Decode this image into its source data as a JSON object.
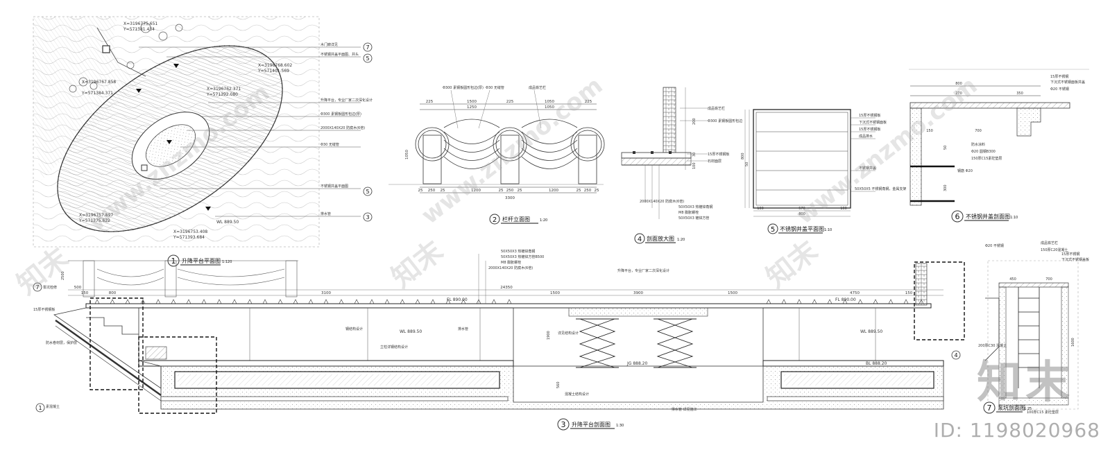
{
  "drawings": {
    "d1": {
      "num": "1",
      "title": "升降平台平面图",
      "scale": "1:120"
    },
    "d2": {
      "num": "2",
      "title": "栏杆立面图",
      "scale": "1:20"
    },
    "d3": {
      "num": "3",
      "title": "升降平台剖面图",
      "scale": "1:30"
    },
    "d4": {
      "num": "4",
      "title": "剖面放大图",
      "scale": "1:20"
    },
    "d5": {
      "num": "5",
      "title": "不锈钢井盖平面图",
      "scale": "1:10"
    },
    "d6": {
      "num": "6",
      "title": "不锈钢井盖剖面图",
      "scale": "1:10"
    },
    "d7": {
      "num": "7",
      "title": "泵坑剖面图",
      "scale": "1:25"
    }
  },
  "plan_coords": {
    "a": "X=3196775.651",
    "b": "Y=571381.434",
    "c": "X=3196768.602",
    "d": "Y=571401.569",
    "e": "X=3196762.371",
    "f": "Y=571392.080",
    "g": "Y=571384.371",
    "h": "X=3196767.858",
    "i": "X=3196757.897",
    "j": "Y=571375.622",
    "k": "X=3196753.408",
    "l": "Y=571393.684",
    "m": "WL 889.50"
  },
  "plan_callouts": [
    "木门廊详见",
    "不锈钢井盖平面图、井头",
    "升降平台，专业厂家二次深化设计",
    "Φ300 素钢板圆形包边(厚)",
    "2000X140X20 防腐木(6倍)",
    "Φ30 无缝管",
    "不锈钢井盖平面图",
    "排水管"
  ],
  "elev": {
    "dims_top": [
      "225",
      "1500",
      "225",
      "1050",
      "225"
    ],
    "dims_mid": [
      "1250",
      "1050"
    ],
    "dims_bot": [
      "25",
      "250",
      "25",
      "1200",
      "25",
      "250",
      "25",
      "1200",
      "25",
      "250",
      "25"
    ],
    "total": "3300",
    "height": "1050",
    "notes": [
      "Φ300 素钢板圆形包边(厚)",
      "Φ30 无缝管",
      "成品铁艺栏"
    ]
  },
  "sec4": {
    "notes": [
      "成品铁艺栏",
      "Φ300 素钢板圆形包边",
      "15厚不锈钢板",
      "石材面层",
      "2000X140X20 防腐木(6倍)",
      "50X50X3 热镀锌角钢",
      "M8 膨胀螺栓",
      "50X50X3 镀锌方管"
    ],
    "dims": [
      "200",
      "30",
      "100"
    ]
  },
  "sec5": {
    "notes": [
      "15厚不锈钢板",
      "下沉式不锈钢面板",
      "15厚不锈钢板",
      "成品排水",
      "不锈钢井盖",
      "50X50X5 不锈钢角钢，金属支架"
    ],
    "dims": [
      "800",
      "570",
      "100",
      "100",
      "800",
      "50"
    ]
  },
  "sec6": {
    "notes": [
      "15厚不锈钢",
      "下沉式不锈钢面板井盖",
      "Φ20 不锈钢",
      "防水涂料",
      "Φ20 圆钢B300",
      "150厚C15素砼垫层",
      "钢筋 Φ20"
    ],
    "dims": [
      "800",
      "270",
      "350",
      "150",
      "700",
      "300",
      "50"
    ]
  },
  "sec3": {
    "dims_top": [
      "24350",
      "3100",
      "1500",
      "3900",
      "1500",
      "4750",
      "800",
      "150",
      "150",
      "500"
    ],
    "fl_left": "FL 890.00",
    "fl_right": "FL 890.00",
    "wl_left": "WL 889.50",
    "wl_right": "WL 889.50",
    "jg": "JG 888.20",
    "bl": "BL 888.20",
    "notes": [
      "50X50X3 热镀锌角钢",
      "50X50X3 热镀锌方管B500",
      "M8 膨胀螺栓",
      "2000X140X20 防腐木(6倍)",
      "升降平台，专业厂家二次深化设计",
      "钢结构设计",
      "立柱详钢结构设计",
      "排水管",
      "详见结构设计",
      "混凝土结构设计",
      "排水管 详见施工"
    ],
    "left_notes": [
      "泵坑检修",
      "15厚不锈钢板",
      "防水卷材层，保护层",
      "素混凝土"
    ],
    "dim_v": [
      "1900",
      "2500",
      "560"
    ]
  },
  "sec7": {
    "notes": [
      "成品铁艺栏",
      "150厚C20混凝土",
      "Φ20 不锈钢",
      "15厚不锈钢",
      "下沉式不锈钢盖板",
      "200厚C30 混凝土",
      "100厚C15 素砼垫层"
    ],
    "dims": [
      "450",
      "700",
      "1600"
    ]
  },
  "watermark": {
    "text": "www.znzmo.com",
    "brand": "知末",
    "id": "ID: 1198020968"
  },
  "colors": {
    "ink": "#222222",
    "hatch": "#9a9a9a",
    "dash": "#111111"
  }
}
